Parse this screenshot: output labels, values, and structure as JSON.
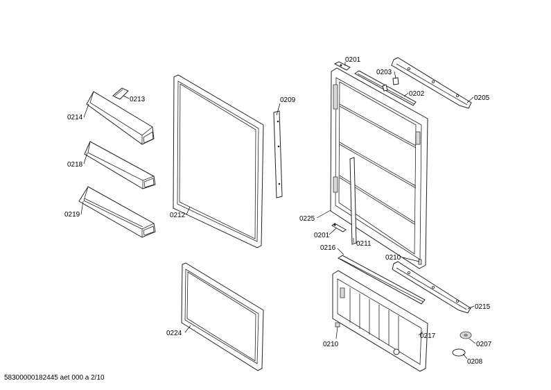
{
  "labels": {
    "p0201a": "0201",
    "p0203": "0203",
    "p0202": "0202",
    "p0205": "0205",
    "p0213": "0213",
    "p0214": "0214",
    "p0209": "0209",
    "p0218": "0218",
    "p0219": "0219",
    "p0212": "0212",
    "p0225": "0225",
    "p0201b": "0201",
    "p0211": "0211",
    "p0216": "0216",
    "p0210a": "0210",
    "p0215": "0215",
    "p0224": "0224",
    "p0217": "0217",
    "p0210b": "0210",
    "p0207": "0207",
    "p0208": "0208"
  },
  "footer": "58300000182445 aet 000 a 2/10"
}
